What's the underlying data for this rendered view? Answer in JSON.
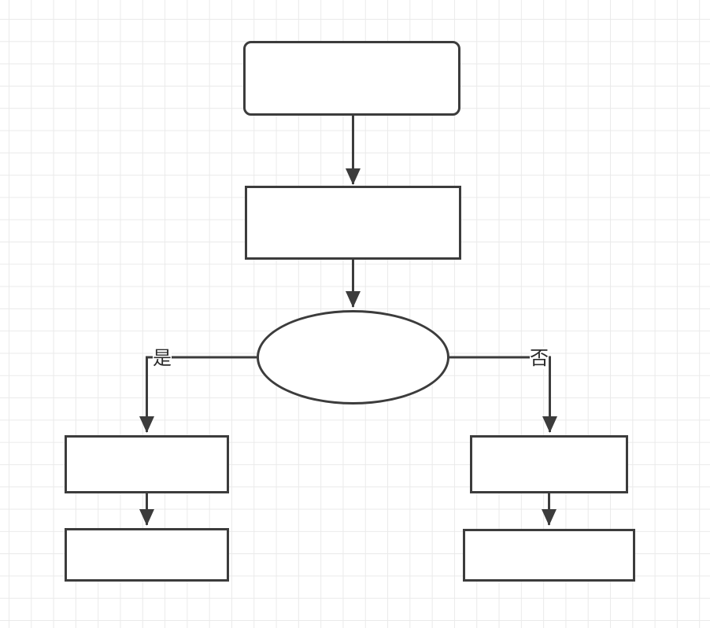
{
  "diagram": {
    "nodes": [
      {
        "name": "start",
        "shape": "rounded-rectangle",
        "label": ""
      },
      {
        "name": "process",
        "shape": "rectangle",
        "label": ""
      },
      {
        "name": "decision",
        "shape": "ellipse",
        "label": ""
      },
      {
        "name": "yes-branch-step",
        "shape": "rectangle",
        "label": ""
      },
      {
        "name": "yes-branch-end",
        "shape": "rectangle",
        "label": ""
      },
      {
        "name": "no-branch-step",
        "shape": "rectangle",
        "label": ""
      },
      {
        "name": "no-branch-end",
        "shape": "rectangle",
        "label": ""
      }
    ],
    "edges": [
      {
        "from": "start",
        "to": "process",
        "label": ""
      },
      {
        "from": "process",
        "to": "decision",
        "label": ""
      },
      {
        "from": "decision",
        "to": "yes-branch-step",
        "label": "是"
      },
      {
        "from": "decision",
        "to": "no-branch-step",
        "label": "否"
      },
      {
        "from": "yes-branch-step",
        "to": "yes-branch-end",
        "label": ""
      },
      {
        "from": "no-branch-step",
        "to": "no-branch-end",
        "label": ""
      }
    ],
    "edge_labels": {
      "yes": "是",
      "no": "否"
    }
  },
  "colors": {
    "stroke": "#3c3c3c",
    "shape_fill": "#ffffff",
    "grid_line": "#eaeaea",
    "canvas_background": "#ffffff",
    "label_text": "#2b2b2b"
  }
}
